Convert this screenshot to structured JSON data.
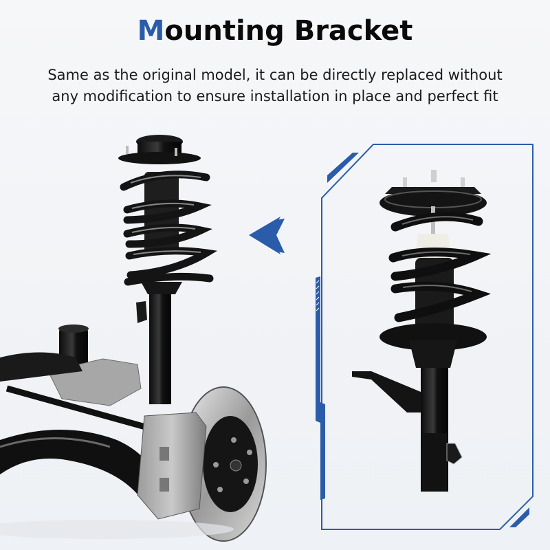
{
  "header": {
    "title_first_letter": "M",
    "title_rest": "ounting Bracket",
    "subtitle_line1": "Same as the original model, it can be directly replaced without",
    "subtitle_line2": "any modification to ensure installation in place and perfect fit"
  },
  "colors": {
    "accent_blue": "#2a5caa",
    "title_text": "#0a0a0a",
    "background": "#f3f5f8"
  },
  "images": {
    "left": "suspension-assembly-installed-on-vehicle",
    "right": "strut-assembly-with-mounting-bracket"
  },
  "icons": {
    "pointer": "double-chevron-left-icon"
  }
}
